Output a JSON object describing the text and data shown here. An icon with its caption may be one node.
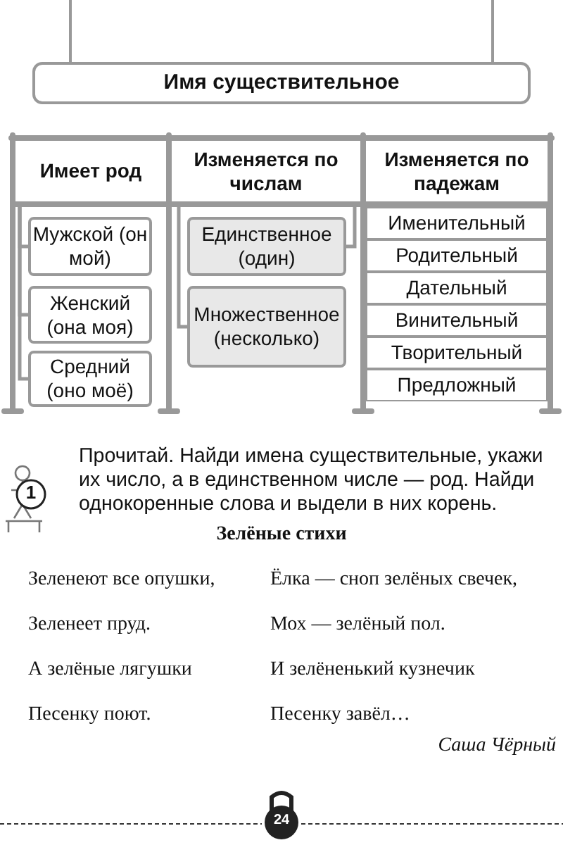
{
  "diagram": {
    "nodes": [
      {
        "text": [
          "Имя существительное"
        ]
      },
      {
        "text": [
          "Имеет род"
        ]
      },
      {
        "text": [
          "Изменяется по числам"
        ]
      },
      {
        "text": [
          "Изменяется по падежам"
        ]
      },
      {
        "text": [
          "Мужской (он мой)"
        ]
      },
      {
        "text": [
          "Женский (она моя)"
        ]
      },
      {
        "text": [
          "Средний (оно моё)"
        ]
      },
      {
        "text": [
          "Единственное (один)"
        ]
      },
      {
        "text": [
          "Множественное (несколько)"
        ]
      },
      {
        "text": [
          "Именительный"
        ]
      },
      {
        "text": [
          "Родительный"
        ]
      },
      {
        "text": [
          "Дательный"
        ]
      },
      {
        "text": [
          "Винительный"
        ]
      },
      {
        "text": [
          "Творительный"
        ]
      },
      {
        "text": [
          "Предложный"
        ]
      }
    ],
    "edges": [
      {
        "from": 1,
        "to": 4,
        "arrow": "none"
      },
      {
        "from": 1,
        "to": 5,
        "arrow": "none"
      },
      {
        "from": 1,
        "to": 6,
        "arrow": "none"
      },
      {
        "from": 2,
        "to": 7,
        "arrow": "none"
      },
      {
        "from": 2,
        "to": 8,
        "arrow": "none"
      }
    ],
    "labels": [
      "1",
      "Прочитай. Найди имена существительные, укажи их число, а в единственном числе — род. Найди однокоренные слова и выдели в них корень.",
      "Зелёные стихи",
      "Зеленеют все опушки,",
      "Ёлка — сноп зелёных свечек,",
      "Зеленеет пруд.",
      "Мох — зелёный пол.",
      "А зелёные лягушки",
      "И зелёненький кузнечик",
      "Песенку поют.",
      "Песенку завёл…",
      "Саша Чёрный",
      "24"
    ]
  }
}
